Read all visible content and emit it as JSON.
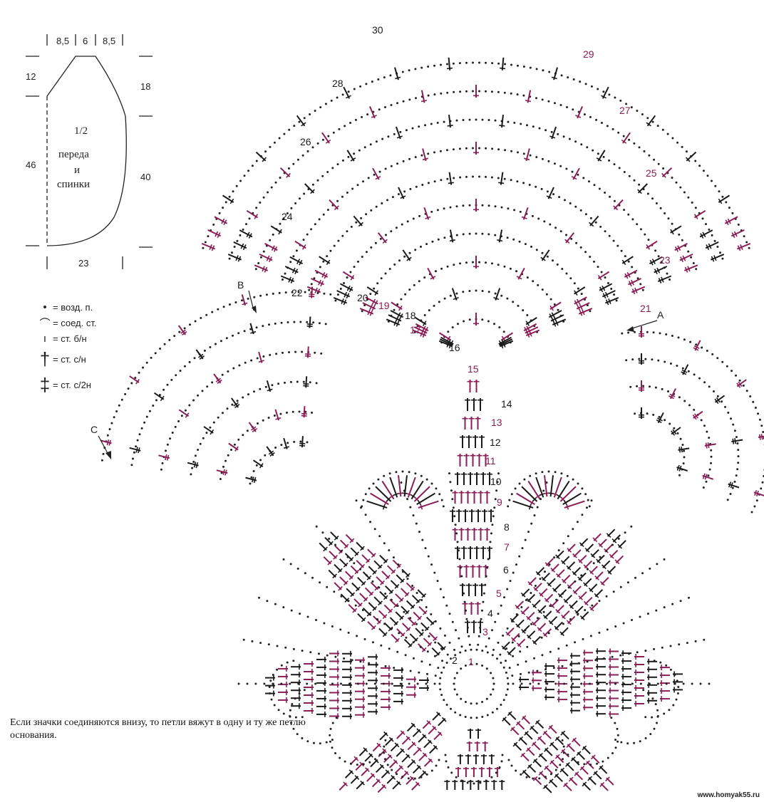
{
  "schematic": {
    "top_widths": [
      "8,5",
      "6",
      "8,5"
    ],
    "left_heights": [
      "12",
      "46"
    ],
    "right_heights": [
      "18",
      "40"
    ],
    "bottom_width": "23",
    "piece_label": [
      "1/2",
      "переда",
      "и",
      "спинки"
    ]
  },
  "legend": [
    {
      "symbol": "•",
      "equals": "=",
      "text": "возд. п."
    },
    {
      "symbol": "⌒",
      "equals": "=",
      "text": "соед. ст."
    },
    {
      "symbol": "ı",
      "equals": "=",
      "text": "ст. б/н"
    },
    {
      "symbol": "†",
      "equals": "=",
      "text": "ст. с/н"
    },
    {
      "symbol": "‡",
      "equals": "=",
      "text": "ст. с/2н"
    }
  ],
  "markers": {
    "a": "A",
    "b": "B",
    "c": "C"
  },
  "rows": {
    "black": [
      "2",
      "4",
      "6",
      "8",
      "10",
      "12",
      "14",
      "16",
      "18",
      "20",
      "22",
      "24",
      "26",
      "28",
      "30"
    ],
    "purple": [
      "1",
      "3",
      "5",
      "7",
      "9",
      "11",
      "13",
      "15",
      "17",
      "19",
      "21",
      "23",
      "25",
      "27",
      "29"
    ]
  },
  "colors": {
    "black": "#1a1a1a",
    "purple": "#8a1f55"
  },
  "note": "Если значки соединяются внизу, то петли вяжут в одну и ту же петлю основания.",
  "footer": "www.homyak55.ru"
}
